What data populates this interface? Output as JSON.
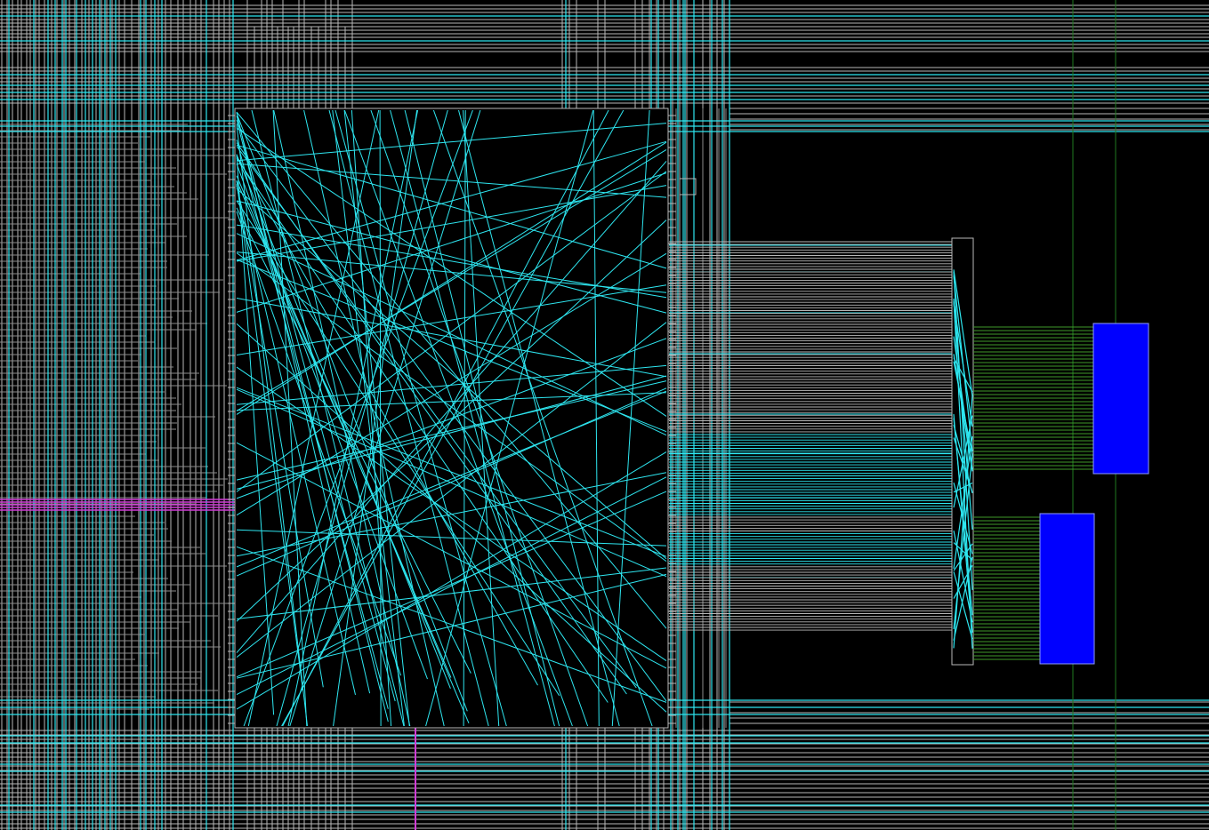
{
  "view": {
    "background": "#000000"
  },
  "palette": {
    "wire_gray": "#b8b8b8",
    "wire_gray_dim": "#8c8c8c",
    "wire_cyan": "#2ee6f0",
    "wire_magenta": "#d23cd7",
    "wire_green": "#1f7a1f",
    "pin_green": "#3f9a2a",
    "block_blue": "#0000ff",
    "block_outline": "#8f9cff",
    "cell_outline": "#b8b8b8"
  },
  "elements": {
    "macro_main": "central-macro",
    "pin_bank_right": "pin-bank",
    "blue_block_upper": "blue-block-upper",
    "blue_block_lower": "blue-block-lower",
    "small_pad": "small-pad"
  }
}
